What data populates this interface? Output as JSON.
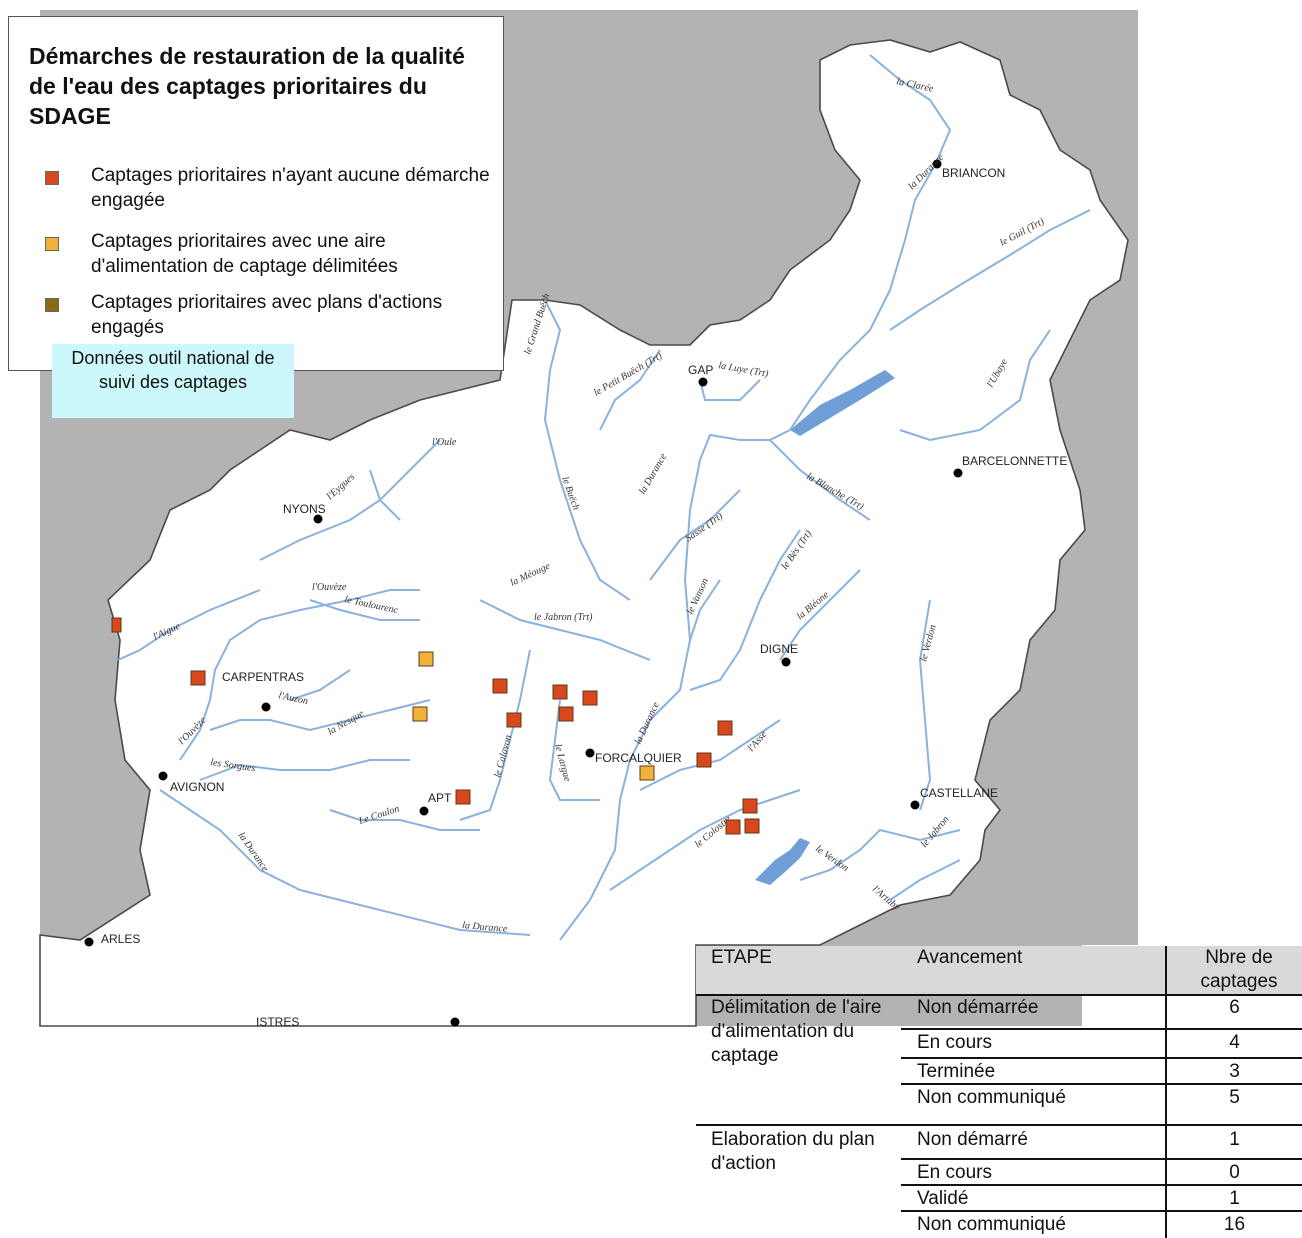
{
  "legend": {
    "title": "Démarches de restauration de la qualité de l'eau des captages prioritaires du SDAGE",
    "items": [
      {
        "label": "Captages prioritaires n'ayant aucune démarche engagée",
        "color": "#d9481c"
      },
      {
        "label": "Captages prioritaires avec une aire d'alimentation de captage délimitées",
        "color": "#f2b23a"
      },
      {
        "label": "Captages prioritaires avec plans d'actions engagés",
        "color": "#8a6a14"
      }
    ],
    "source": "Données outil national de suivi des captages"
  },
  "colors": {
    "land": "#ffffff",
    "outside": "#b3b3b3",
    "river": "#8ab2dd",
    "lake": "#6f9fd6"
  },
  "cities": [
    "BRIANCON",
    "GAP",
    "BARCELONNETTE",
    "NYONS",
    "DIGNE",
    "CARPENTRAS",
    "AVIGNON",
    "APT",
    "FORCALQUIER",
    "CASTELLANE",
    "ARLES",
    "ISTRES"
  ],
  "rivers": [
    "la Clarée",
    "la Durance",
    "le Guil (Trt)",
    "l'Ubaye",
    "le Grand Buëch",
    "le Petit Buëch (Trt)",
    "la Luye (Trt)",
    "l'Oule",
    "l'Eygues",
    "le Buëch",
    "la Durance",
    "la Blanche (Trt)",
    "Sasse (Trt)",
    "le Bès (Trt)",
    "la Méouge",
    "l'Ouvèze",
    "le Toulourenc",
    "l'Aigue",
    "le Jabron (Trt)",
    "le Vanson",
    "la Bléone",
    "le Verdon",
    "l'Auzon",
    "la Nesque",
    "l'Ouvèze",
    "les Sorgues",
    "le Calavon",
    "le Largue",
    "la Durance",
    "l'Asse",
    "Le Coulon",
    "la Durance",
    "le Colostre",
    "le Verdon",
    "le Jabron",
    "l'Artuby",
    "la Durance"
  ],
  "table": {
    "headers": {
      "etape": "ETAPE",
      "avancement": "Avancement",
      "nombre": "Nbre de captages"
    },
    "groups": [
      {
        "etape": "Délimitation de l'aire d'alimentation du captage",
        "rows": [
          {
            "status": "Non  démarrée",
            "count": "6"
          },
          {
            "status": "En cours",
            "count": "4"
          },
          {
            "status": "Terminée",
            "count": "3"
          },
          {
            "status": "Non communiqué",
            "count": "5"
          }
        ]
      },
      {
        "etape": "Elaboration du plan d'action",
        "rows": [
          {
            "status": "Non démarré",
            "count": "1"
          },
          {
            "status": "En cours",
            "count": "0"
          },
          {
            "status": "Validé",
            "count": "1"
          },
          {
            "status": "Non communiqué",
            "count": "16"
          }
        ]
      }
    ]
  }
}
